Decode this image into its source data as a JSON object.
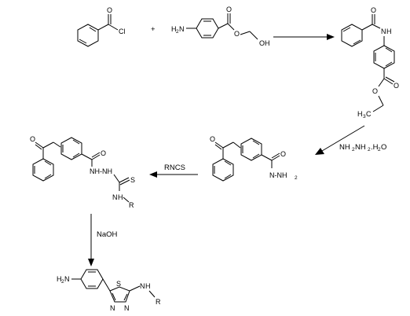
{
  "labels": {
    "plus": "+",
    "cl": "Cl",
    "o": "O",
    "oh": "OH",
    "h2n": "H",
    "h2n_sub": "2",
    "h2n_n": "N",
    "nh": "N",
    "nh_h": "H",
    "h3c": "H",
    "h3c_sub": "3",
    "h3c_c": "C",
    "hydrazine": "NH",
    "hydrazine_sub1": "2",
    "hydrazine_mid": "NH",
    "hydrazine_sub2": "2",
    "hydrazine_h2o": ".H",
    "hydrazine_sub3": "2",
    "hydrazine_o": "O",
    "hydrazide": "N-NH",
    "hydrazide_sub": "2",
    "rncs": "RNCS",
    "nhnh": "NH-NH",
    "s": "S",
    "nr_n": "N",
    "nr_r": "R",
    "naoh": "NaOH",
    "thiad_n1": "N",
    "thiad_n2": "N",
    "thiad_s": "S",
    "nh_r": "N",
    "nh_r_h": "H",
    "r": "R"
  },
  "colors": {
    "ink": "#000000",
    "background": "#ffffff"
  }
}
